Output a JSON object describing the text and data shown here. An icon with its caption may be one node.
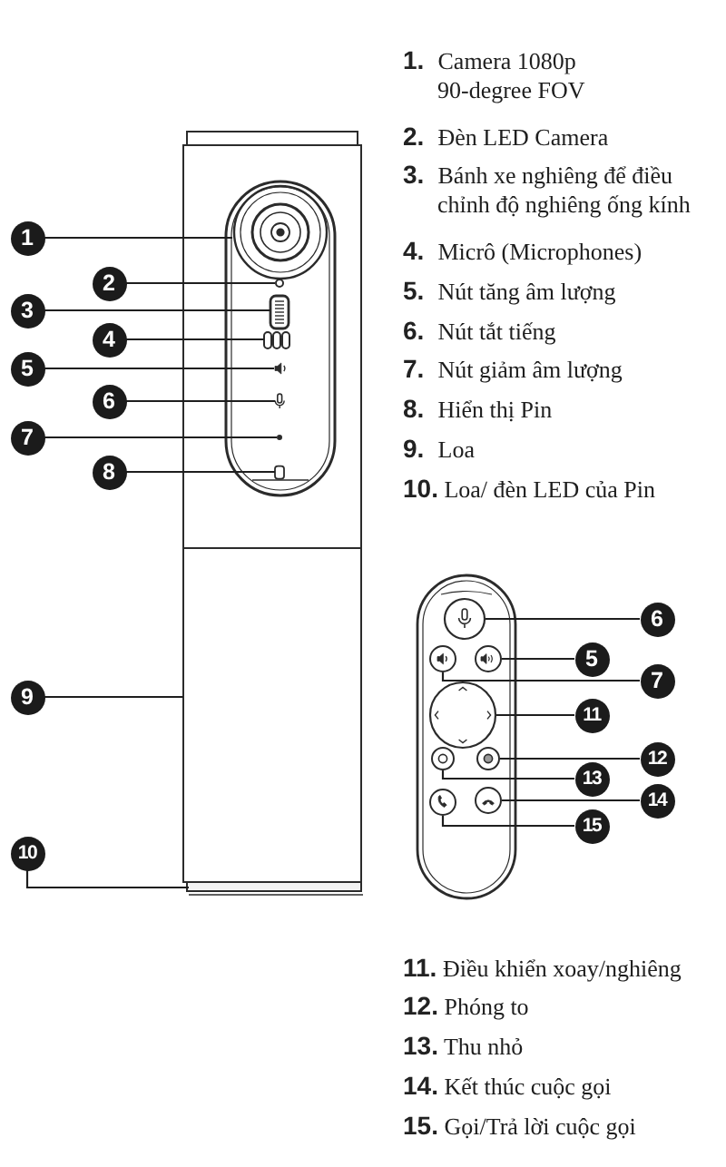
{
  "diagram": {
    "nodes": [
      {
        "text": [
          "1"
        ]
      },
      {
        "text": [
          "2"
        ]
      },
      {
        "text": [
          "3"
        ]
      },
      {
        "text": [
          "4"
        ]
      },
      {
        "text": [
          "5"
        ]
      },
      {
        "text": [
          "6"
        ]
      },
      {
        "text": [
          "7"
        ]
      },
      {
        "text": [
          "8"
        ]
      },
      {
        "text": [
          "9"
        ]
      },
      {
        "text": [
          "10"
        ]
      },
      {
        "text": [
          "6"
        ]
      },
      {
        "text": [
          "5"
        ]
      },
      {
        "text": [
          "7"
        ]
      },
      {
        "text": [
          "11"
        ]
      },
      {
        "text": [
          "12"
        ]
      },
      {
        "text": [
          "13"
        ]
      },
      {
        "text": [
          "14"
        ]
      },
      {
        "text": [
          "15"
        ]
      }
    ],
    "edges": [
      {
        "from": 0,
        "to": null,
        "arrow": "none"
      },
      {
        "from": 1,
        "to": null,
        "arrow": "none"
      },
      {
        "from": 2,
        "to": null,
        "arrow": "none"
      },
      {
        "from": 3,
        "to": null,
        "arrow": "none"
      },
      {
        "from": 4,
        "to": null,
        "arrow": "none"
      },
      {
        "from": 5,
        "to": null,
        "arrow": "none"
      },
      {
        "from": 6,
        "to": null,
        "arrow": "none"
      },
      {
        "from": 7,
        "to": null,
        "arrow": "none"
      },
      {
        "from": 8,
        "to": null,
        "arrow": "none"
      },
      {
        "from": 9,
        "to": null,
        "arrow": "none"
      },
      {
        "from": 10,
        "to": null,
        "arrow": "none"
      },
      {
        "from": 11,
        "to": null,
        "arrow": "none"
      },
      {
        "from": 12,
        "to": null,
        "arrow": "none"
      },
      {
        "from": 13,
        "to": null,
        "arrow": "none"
      },
      {
        "from": 14,
        "to": null,
        "arrow": "none"
      },
      {
        "from": 15,
        "to": null,
        "arrow": "none"
      },
      {
        "from": 16,
        "to": null,
        "arrow": "none"
      },
      {
        "from": 17,
        "to": null,
        "arrow": "none"
      }
    ],
    "labels": [
      "**1.** Camera 1080p 90-degree FOV",
      "**2.** Đèn LED Camera",
      "**3.** Bánh xe nghiêng để điều chỉnh độ nghiêng ống kính",
      "**4.** Micrô (Microphones)",
      "**5.** Nút tăng âm lượng",
      "**6.** Nút tắt tiếng",
      "**7.** Nút giảm âm lượng",
      "**8.** Hiển thị Pin",
      "**9.** Loa",
      "**10.** Loa/ đèn LED của Pin",
      "**11.** Điều khiển xoay/nghiêng",
      "**12.** Phóng to",
      "**13.** Thu nhỏ",
      "**14.** Kết thúc cuộc gọi",
      "**15.** Gọi/Trả lời cuộc gọi"
    ]
  }
}
